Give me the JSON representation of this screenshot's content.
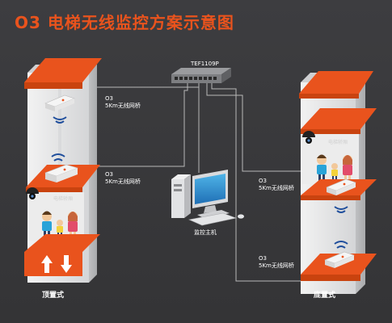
{
  "title": "O3 电梯无线监控方案示意图",
  "switch": {
    "label": "TEF1109P"
  },
  "left_shaft": {
    "bridge_top": {
      "line1": "O3",
      "line2": "5Km无线网桥"
    },
    "bridge_car": {
      "line1": "O3",
      "line2": "5Km无线网桥"
    },
    "car_caption": "电梯轿厢",
    "mode_label": "顶置式"
  },
  "right_shaft": {
    "bridge_car": {
      "line1": "O3",
      "line2": "5Km无线网桥"
    },
    "bridge_bottom": {
      "line1": "O3",
      "line2": "5Km无线网桥"
    },
    "car_caption": "电梯轿厢",
    "mode_label": "底置式"
  },
  "host": {
    "label": "监控主机"
  },
  "colors": {
    "accent": "#e9531d",
    "background": "#3a3a3c",
    "shaft": "#e6e7e8",
    "line": "#b8b8b8"
  }
}
